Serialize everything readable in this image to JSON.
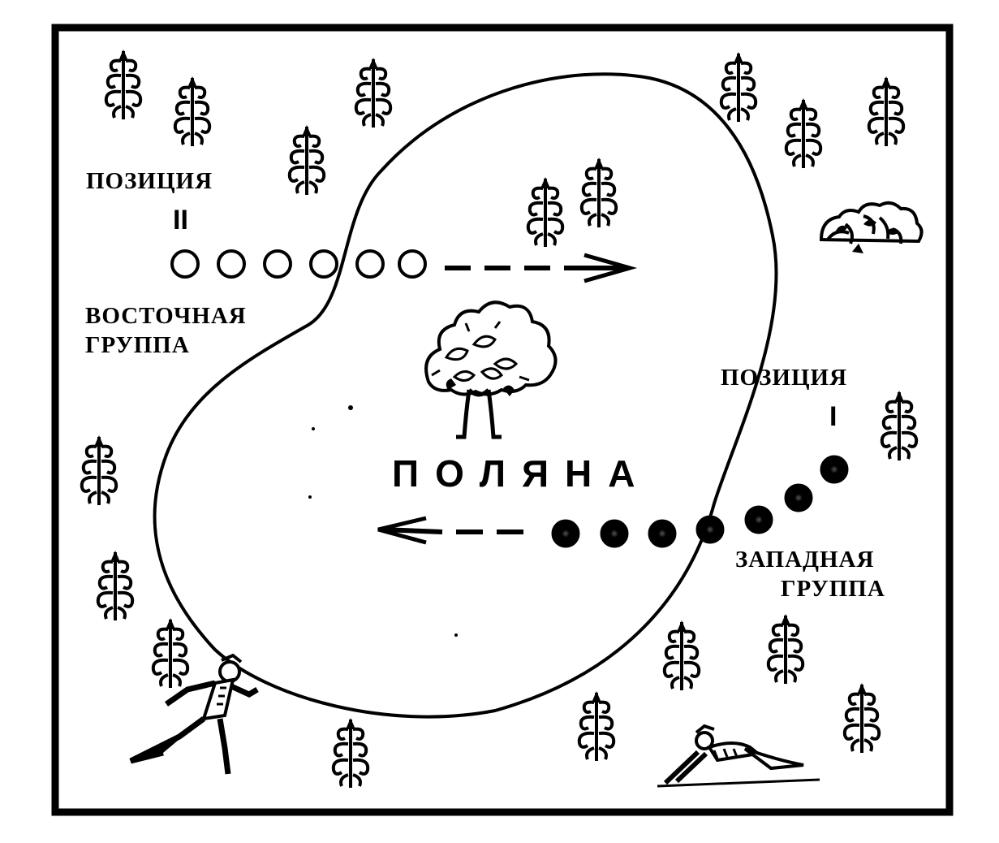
{
  "center": {
    "title": "ПОЛЯНА"
  },
  "position_2": {
    "label": "ПОЗИЦИЯ",
    "number": "II"
  },
  "position_1": {
    "label": "ПОЗИЦИЯ",
    "number": "I"
  },
  "east_group": {
    "line1": "ВОСТОЧНАЯ",
    "line2": "ГРУППА"
  },
  "west_group": {
    "line1": "ЗАПАДНАЯ",
    "line2": "ГРУППА"
  },
  "icons": {
    "tree": "fir-tree-icon",
    "big_tree": "deciduous-tree-icon",
    "bush": "bush-icon",
    "runner": "running-person-icon",
    "crawler": "crawling-person-icon"
  }
}
